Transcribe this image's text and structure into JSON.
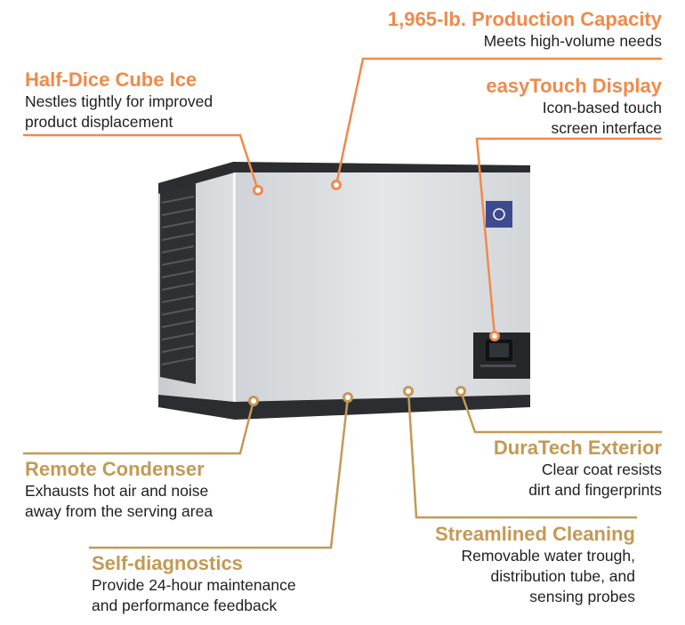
{
  "colors": {
    "orange_accent": "#ef8a4d",
    "gold_accent": "#c29a56",
    "body_text": "#1f1f1f",
    "cabinet_steel": "#d9dcdf",
    "cabinet_dark": "#2b2d30"
  },
  "callouts": {
    "production": {
      "title": "1,965-lb. Production Capacity",
      "desc": "Meets high-volume needs"
    },
    "half_dice": {
      "title": "Half-Dice Cube Ice",
      "desc_line1": "Nestles tightly for improved",
      "desc_line2": "product displacement"
    },
    "easytouch": {
      "title": "easyTouch Display",
      "desc_line1": "Icon-based touch",
      "desc_line2": "screen interface"
    },
    "remote": {
      "title": "Remote Condenser",
      "desc_line1": "Exhausts hot air and noise",
      "desc_line2": "away from the serving area"
    },
    "duratech": {
      "title": "DuraTech Exterior",
      "desc_line1": "Clear coat resists",
      "desc_line2": "dirt and fingerprints"
    },
    "streamlined": {
      "title": "Streamlined Cleaning",
      "desc_line1": "Removable water trough,",
      "desc_line2": "distribution tube, and",
      "desc_line3": "sensing probes"
    },
    "selfdiag": {
      "title": "Self-diagnostics",
      "desc_line1": "Provide 24-hour maintenance",
      "desc_line2": "and performance feedback"
    }
  }
}
